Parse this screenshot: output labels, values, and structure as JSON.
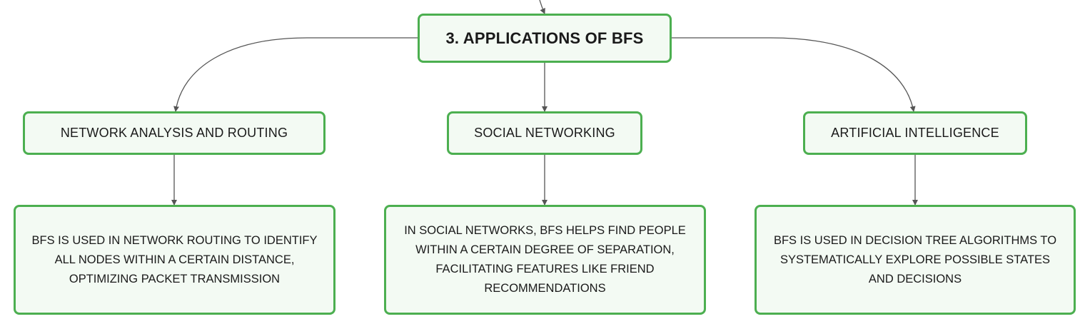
{
  "diagram": {
    "root": {
      "label": "3. APPLICATIONS OF BFS"
    },
    "branches": [
      {
        "label": "NETWORK ANALYSIS AND ROUTING",
        "detail": "BFS IS USED IN NETWORK ROUTING TO IDENTIFY ALL NODES WITHIN A CERTAIN DISTANCE, OPTIMIZING PACKET TRANSMISSION"
      },
      {
        "label": "SOCIAL NETWORKING",
        "detail": "IN SOCIAL NETWORKS, BFS HELPS FIND PEOPLE WITHIN A CERTAIN DEGREE OF SEPARATION, FACILITATING FEATURES LIKE FRIEND RECOMMENDATIONS"
      },
      {
        "label": "ARTIFICIAL INTELLIGENCE",
        "detail": "BFS IS USED IN DECISION TREE ALGORITHMS TO SYSTEMATICALLY EXPLORE POSSIBLE STATES AND DECISIONS"
      }
    ]
  },
  "colors": {
    "node_border": "#4caf50",
    "node_fill": "#f3faf3",
    "connector": "#555555",
    "text": "#1a1a1a"
  }
}
